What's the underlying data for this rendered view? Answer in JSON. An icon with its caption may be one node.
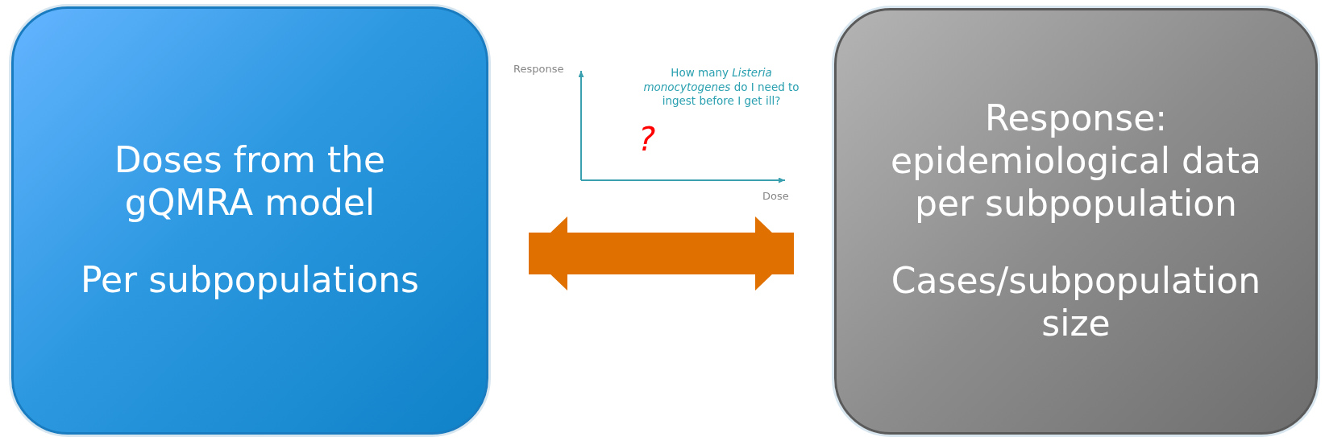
{
  "diagram": {
    "nodes": [
      {
        "text": [
          "Doses from the gQMRA model",
          "Per subpopulations"
        ]
      },
      {
        "text": [
          "Response: epidemiological data per subpopulation",
          "Cases/subpopulation size"
        ]
      }
    ],
    "edges": [
      {
        "from": 0,
        "to": 1,
        "arrow": "both",
        "color": "#e07000"
      }
    ],
    "labels": [
      "Response",
      "How many *Listeria monocytogenes* do I need to ingest before I get ill?",
      "?",
      "Dose"
    ]
  }
}
